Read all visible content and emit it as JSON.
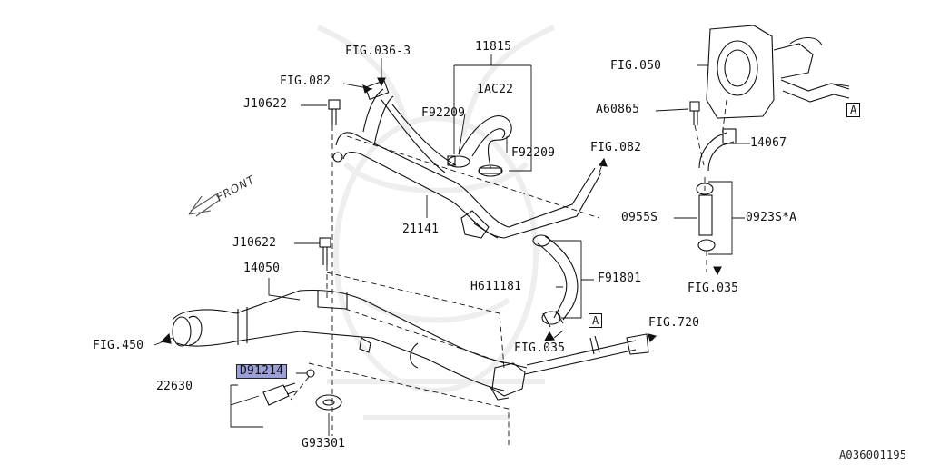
{
  "diagram": {
    "front_label": "FRONT",
    "diagram_id": "A036001195",
    "callouts": [
      {
        "key": "fig036",
        "text": "FIG.036-3",
        "interactable": true
      },
      {
        "key": "fig082a",
        "text": "FIG.082",
        "interactable": true
      },
      {
        "key": "j10622a",
        "text": "J10622",
        "interactable": true
      },
      {
        "key": "p11815",
        "text": "11815",
        "interactable": true
      },
      {
        "key": "p1ac22",
        "text": "1AC22",
        "interactable": true
      },
      {
        "key": "f92209a",
        "text": "F92209",
        "interactable": true
      },
      {
        "key": "f92209b",
        "text": "F92209",
        "interactable": true
      },
      {
        "key": "fig082b",
        "text": "FIG.082",
        "interactable": true
      },
      {
        "key": "p21141",
        "text": "21141",
        "interactable": true
      },
      {
        "key": "j10622b",
        "text": "J10622",
        "interactable": true
      },
      {
        "key": "p14050",
        "text": "14050",
        "interactable": true
      },
      {
        "key": "h611181",
        "text": "H611181",
        "interactable": true
      },
      {
        "key": "f91801",
        "text": "F91801",
        "interactable": true
      },
      {
        "key": "fig450",
        "text": "FIG.450",
        "interactable": true
      },
      {
        "key": "d91214",
        "text": "D91214",
        "interactable": true
      },
      {
        "key": "p22630",
        "text": "22630",
        "interactable": true
      },
      {
        "key": "g93301",
        "text": "G93301",
        "interactable": true
      },
      {
        "key": "fig035a",
        "text": "FIG.035",
        "interactable": true
      },
      {
        "key": "fig720",
        "text": "FIG.720",
        "interactable": true
      },
      {
        "key": "markerA1",
        "text": "A",
        "interactable": false
      },
      {
        "key": "markerA2",
        "text": "A",
        "interactable": false
      },
      {
        "key": "fig050",
        "text": "FIG.050",
        "interactable": true
      },
      {
        "key": "a60865",
        "text": "A60865",
        "interactable": true
      },
      {
        "key": "p14067",
        "text": "14067",
        "interactable": true
      },
      {
        "key": "p0955s",
        "text": "0955S",
        "interactable": true
      },
      {
        "key": "p0923s",
        "text": "0923S*A",
        "interactable": true
      },
      {
        "key": "fig035b",
        "text": "FIG.035",
        "interactable": true
      }
    ]
  }
}
